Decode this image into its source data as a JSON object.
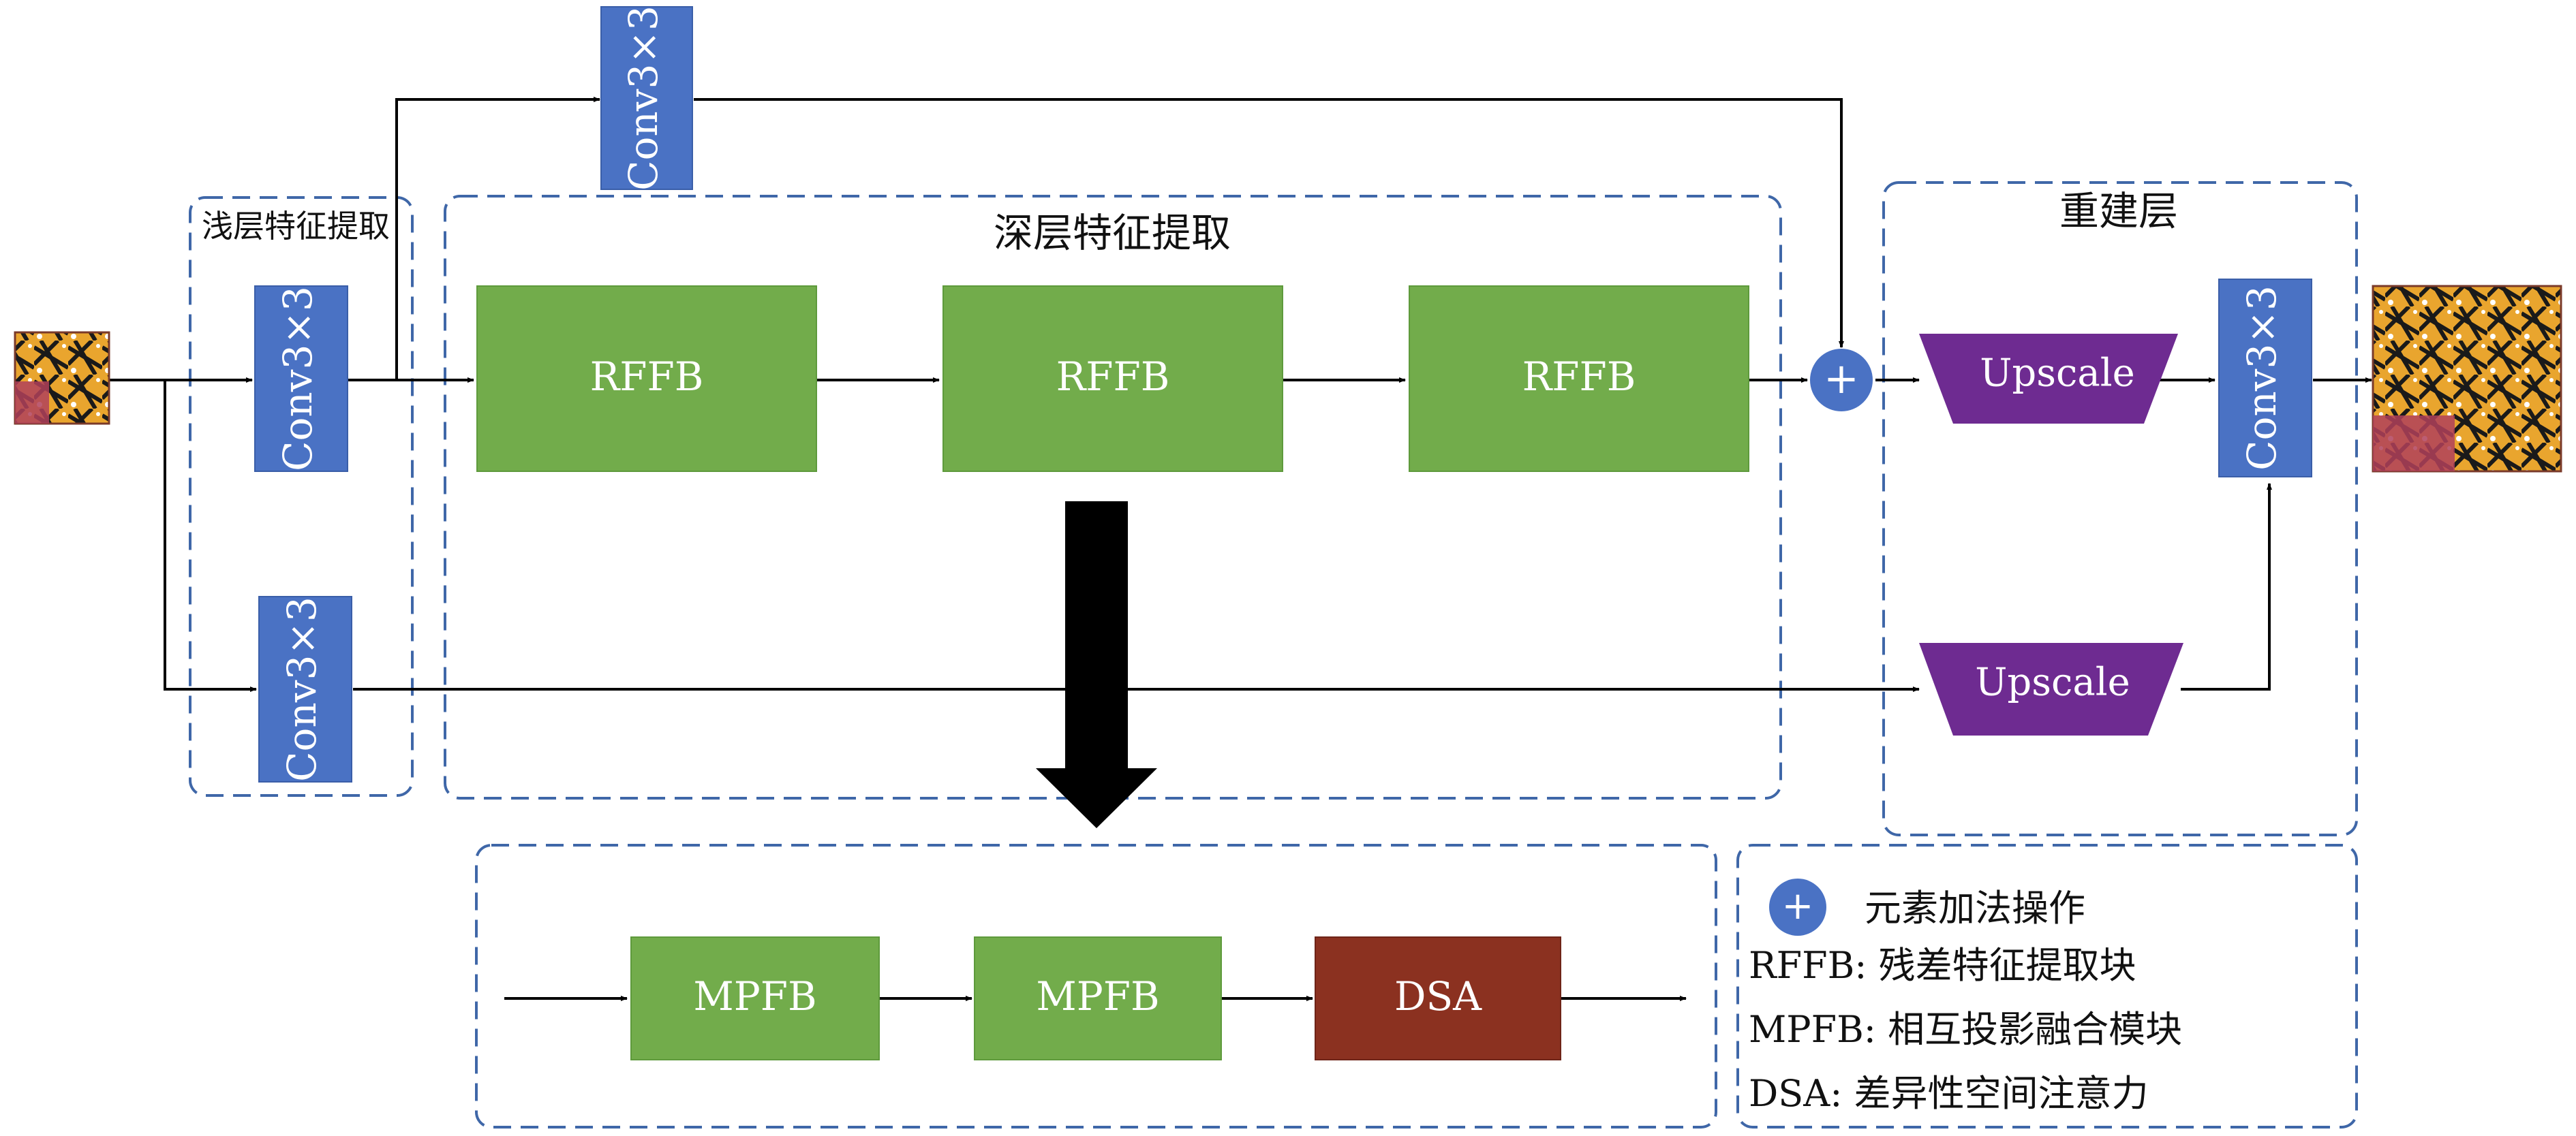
{
  "colors": {
    "conv_blue": "#4a72c4",
    "rffb_green": "#72ac4b",
    "dsa_brown": "#8b3120",
    "upscale_purple": "#6e2b91",
    "dashed_border": "#3f67a8",
    "plus_blue": "#4a72c4"
  },
  "labels": {
    "shallow": "浅层特征提取",
    "deep": "深层特征提取",
    "recon": "重建层"
  },
  "blocks": {
    "conv": "Conv3×3",
    "rffb": "RFFB",
    "upscale": "Upscale",
    "mpfb": "MPFB",
    "dsa": "DSA",
    "plus": "+"
  },
  "legend": {
    "add": "元素加法操作",
    "rffb": "RFFB: 残差特征提取块",
    "mpfb": "MPFB: 相互投影融合模块",
    "dsa": "DSA: 差异性空间注意力"
  },
  "icons": {
    "input_image": "butterfly-lr-image",
    "output_image": "butterfly-hr-image",
    "plus": "plus-circle-icon",
    "expand_arrow": "down-arrow-icon"
  }
}
